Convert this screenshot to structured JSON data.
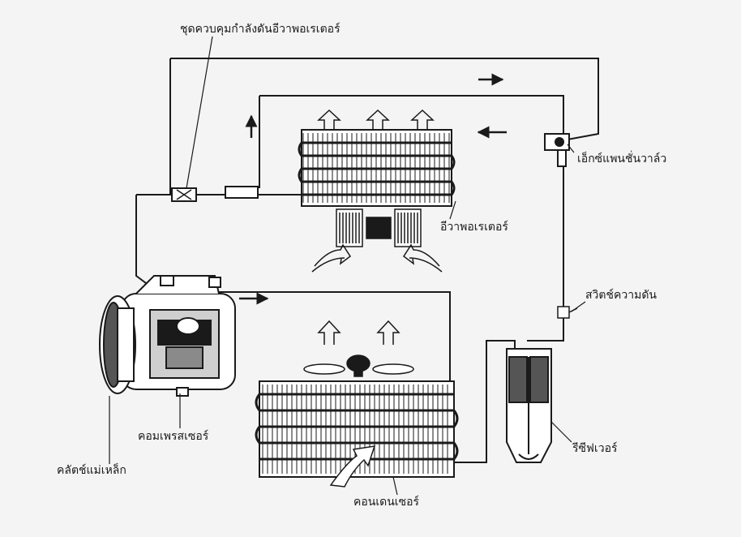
{
  "labels": {
    "evap_pressure_control": "ชุดควบคุมกำลังดันอีวาพอเรเตอร์",
    "expansion_valve": "เอ็กซ์แพนชั่นวาล์ว",
    "evaporator": "อีวาพอเรเตอร์",
    "pressure_switch": "สวิตช์ความดัน",
    "compressor": "คอมเพรสเซอร์",
    "magnetic_clutch": "คลัตช์แม่เหล็ก",
    "receiver": "รีซีฟเวอร์",
    "condenser": "คอนเดนเซอร์"
  },
  "colors": {
    "ink": "#1a1a1a",
    "paper": "#f4f4f4"
  }
}
